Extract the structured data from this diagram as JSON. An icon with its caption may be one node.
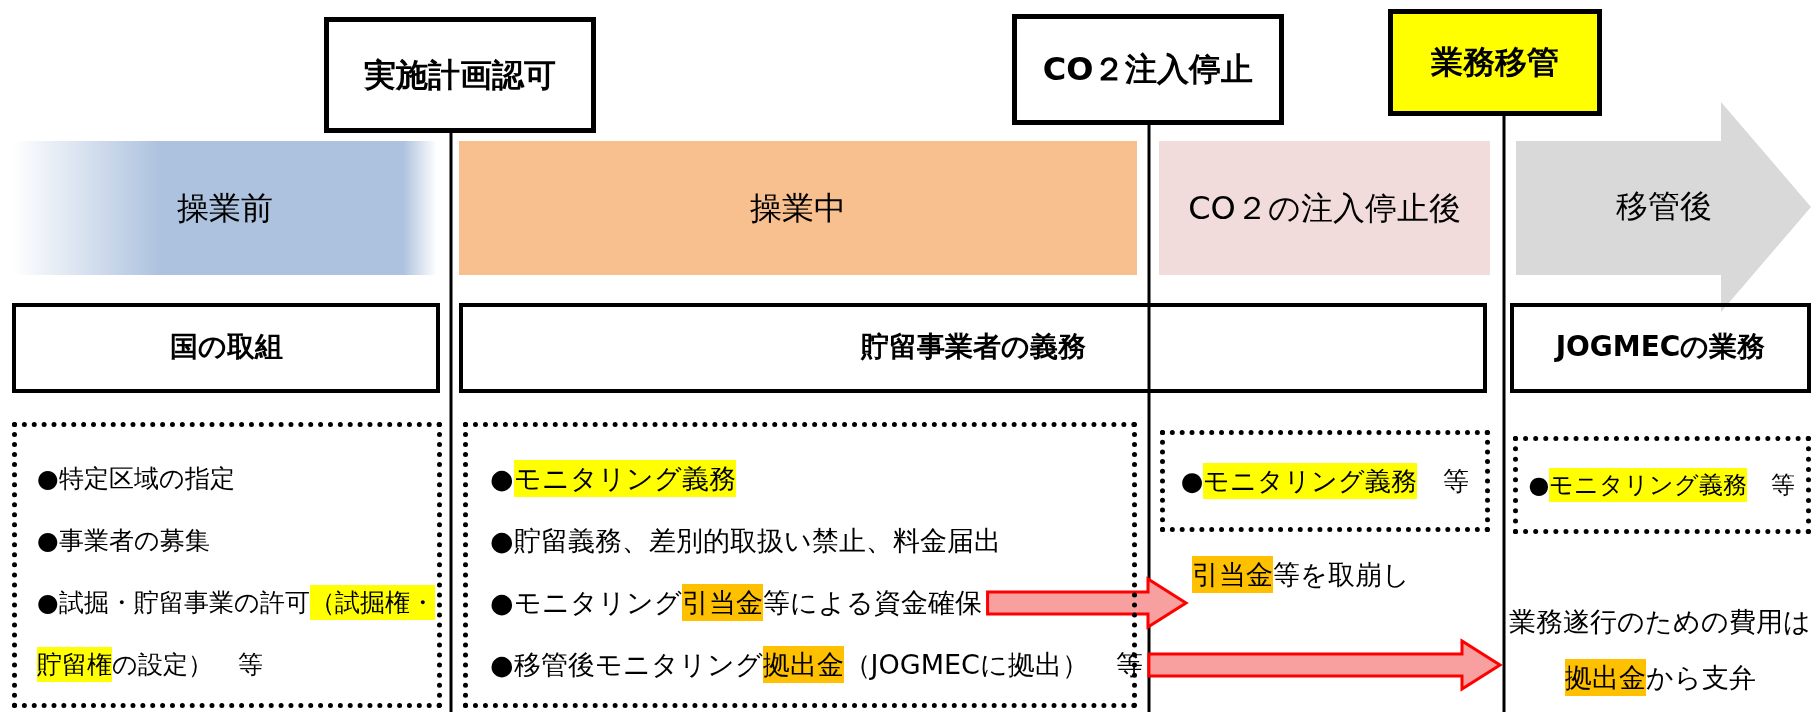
{
  "diagram": {
    "nodes": [
      {
        "text": [
          "実施計画認可"
        ]
      },
      {
        "text": [
          "CO２注入停止"
        ]
      },
      {
        "text": [
          "業務移管"
        ]
      },
      {
        "text": [
          "操業前"
        ]
      },
      {
        "text": [
          "操業中"
        ]
      },
      {
        "text": [
          "CO２の注入停止後"
        ]
      },
      {
        "text": [
          "移管後"
        ]
      },
      {
        "text": [
          "国の取組"
        ]
      },
      {
        "text": [
          "貯留事業者の義務"
        ]
      },
      {
        "text": [
          "JOGMECの業務"
        ]
      },
      {
        "text": [],
        "shape": "box"
      },
      {
        "text": [
          "●特定区域の指定"
        ],
        "in": 10
      },
      {
        "text": [
          "●事業者の募集"
        ],
        "in": 10
      },
      {
        "text": [
          "●試掘・貯留事業の許可（試掘権・貯留権の設定）　等"
        ],
        "in": 10
      },
      {
        "text": [],
        "shape": "box"
      },
      {
        "text": [
          "●モニタリング義務"
        ],
        "in": 14
      },
      {
        "text": [
          "●貯留義務、差別的取扱い禁止、料金届出"
        ],
        "in": 14
      },
      {
        "text": [
          "●モニタリング引当金等による資金確保"
        ],
        "in": 14
      },
      {
        "text": [
          "●移管後モニタリング拠出金（JOGMECに拠出）　等"
        ],
        "in": 14
      },
      {
        "text": [
          "●モニタリング義務　等"
        ]
      },
      {
        "text": [
          "引当金等を取崩し"
        ]
      },
      {
        "text": [
          "●モニタリング義務　等"
        ]
      },
      {
        "text": [
          "業務遂行のための費用は拠出金から支弁"
        ]
      }
    ],
    "edges": [
      {
        "from": 17,
        "to": 20,
        "arrow": "to"
      },
      {
        "from": 18,
        "to": 22,
        "arrow": "to"
      }
    ]
  }
}
